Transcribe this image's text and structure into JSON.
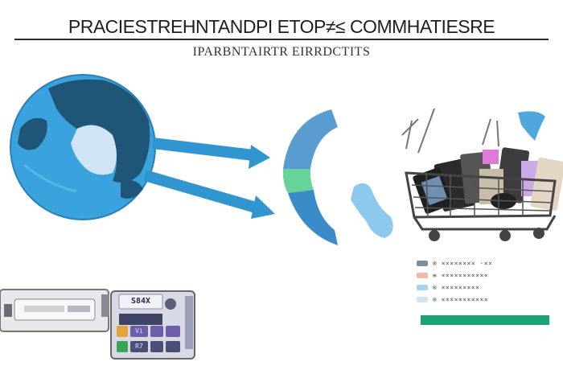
{
  "header": {
    "title": "PRACIESTREHNTANDPI ETOP≠≤ COMMHATIESRE",
    "subtitle": "IPARBNTAIRTR EIRRDCTITS"
  },
  "legend": {
    "items": [
      {
        "text": "⊗ ×××××××× ·××",
        "color": "#7d8f9a"
      },
      {
        "text": "≡ ×××××××××××",
        "color": "#f2b8a8"
      },
      {
        "text": "⊗ ×××××××××",
        "color": "#a7d3ef"
      },
      {
        "text": "⊗ ×××××××××××",
        "color": "#cfe6f3"
      }
    ]
  },
  "keypad": {
    "display": "S84X",
    "keys": [
      "Vi",
      "",
      "",
      "R7",
      "",
      ""
    ]
  },
  "colors": {
    "globe_ocean": "#3a9fd8",
    "globe_land": "#1b4f6e",
    "arrow": "#3196cf",
    "arc_top": "#5a9bd0",
    "arc_mid": "#66d39a",
    "arc_bottom": "#3a8cc8",
    "accent_green": "#1aa176"
  }
}
